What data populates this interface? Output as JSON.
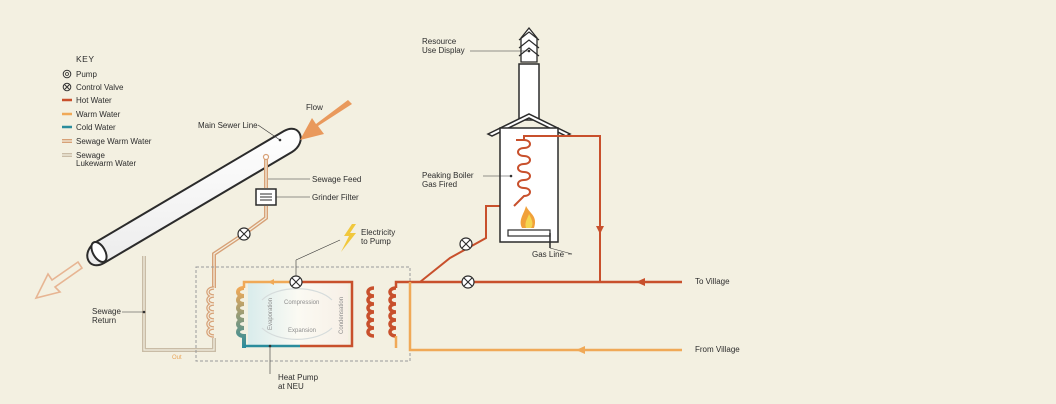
{
  "key": {
    "title": "KEY",
    "items": [
      {
        "label": "Pump",
        "kind": "pump"
      },
      {
        "label": "Control Valve",
        "kind": "valve"
      },
      {
        "label": "Hot Water",
        "kind": "line",
        "color": "#c8502c"
      },
      {
        "label": "Warm Water",
        "kind": "line",
        "color": "#f0a957"
      },
      {
        "label": "Cold Water",
        "kind": "line",
        "color": "#2a8c9c"
      },
      {
        "label": "Sewage Warm Water",
        "kind": "double",
        "color": "#d7a177"
      },
      {
        "label": "Sewage",
        "label2": "Lukewarm Water",
        "kind": "double",
        "color": "#c9bca6"
      }
    ]
  },
  "labels": {
    "flow": "Flow",
    "main_sewer_line": "Main Sewer Line",
    "sewage_feed": "Sewage Feed",
    "grinder_filter": "Grinder Filter",
    "electricity_1": "Electricity",
    "electricity_2": "to Pump",
    "sewage_return_1": "Sewage",
    "sewage_return_2": "Return",
    "out": "Out",
    "compression": "Compression",
    "expansion": "Expansion",
    "evaporation": "Evaporation",
    "condensation": "Condensation",
    "heat_pump_1": "Heat Pump",
    "heat_pump_2": "at NEU",
    "resource_1": "Resource",
    "resource_2": "Use Display",
    "peaking_1": "Peaking Boiler",
    "peaking_2": "Gas Fired",
    "gas_line": "Gas Line",
    "to_village": "To Village",
    "from_village": "From Village"
  },
  "colors": {
    "background": "#f3f0e1",
    "hot": "#c8502c",
    "warm": "#f0a957",
    "cold": "#2a8c9c",
    "sewage_warm": "#d7a177",
    "sewage_luke": "#c9bca6",
    "flow_arrow": "#e89454",
    "bolt": "#f1c83c"
  }
}
